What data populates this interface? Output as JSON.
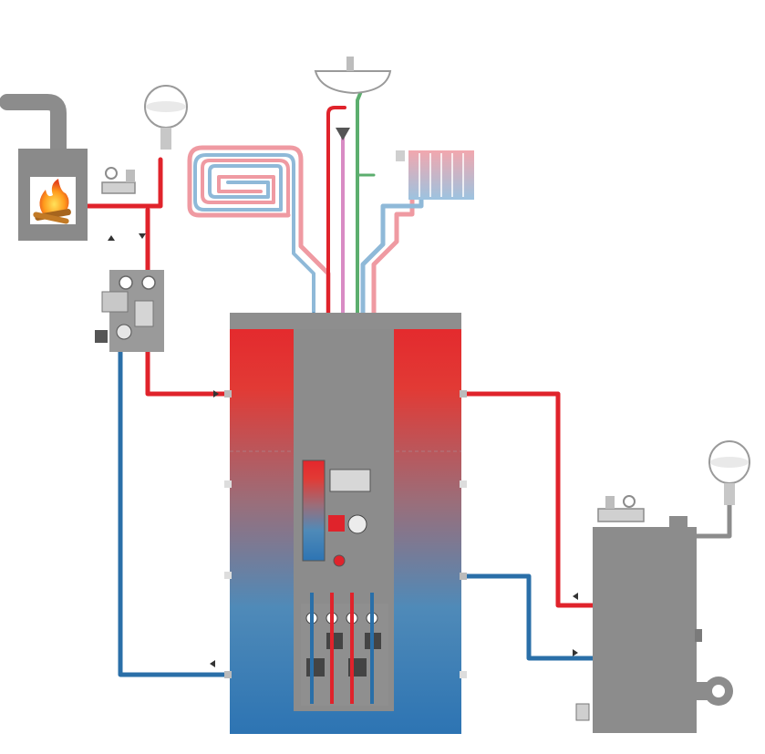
{
  "diagram": {
    "kind": "heating-system-schematic",
    "labels": [],
    "colors": {
      "hot": "#e0232b",
      "cold": "#2a6fa8",
      "hot_light": "#ef9aa2",
      "cold_light": "#8fb9d8",
      "drinking_water": "#5cae6e",
      "circulation": "#d98bc4",
      "tank_top": "#e4262c",
      "tank_bottom": "#2d74b3",
      "device_gray": "#8c8c8c",
      "device_dark": "#6f6f6f"
    },
    "components": [
      {
        "id": "stove",
        "icon": "fireplace-icon"
      },
      {
        "id": "expansion-vessel-left",
        "icon": "expansion-vessel-icon"
      },
      {
        "id": "expansion-vessel-right",
        "icon": "expansion-vessel-icon"
      },
      {
        "id": "pump-group",
        "icon": "pump-station-icon"
      },
      {
        "id": "buffer-tank",
        "icon": "storage-tank-icon"
      },
      {
        "id": "boiler",
        "icon": "boiler-icon"
      },
      {
        "id": "floor-heating-loop",
        "icon": "floor-heating-icon"
      },
      {
        "id": "radiator",
        "icon": "radiator-icon"
      },
      {
        "id": "wash-basin",
        "icon": "sink-icon"
      },
      {
        "id": "fresh-water-module",
        "icon": "heat-exchanger-icon"
      },
      {
        "id": "heating-circuit-pumps",
        "icon": "pump-icon"
      }
    ]
  }
}
